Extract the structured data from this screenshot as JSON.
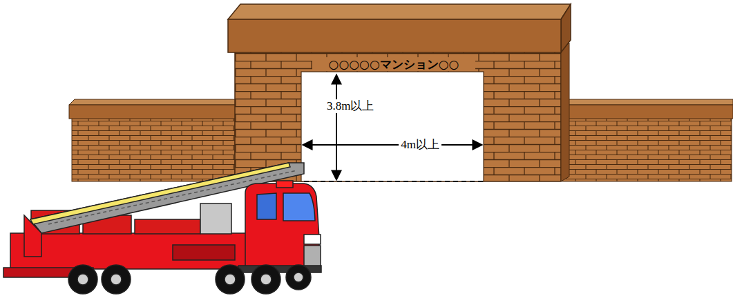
{
  "diagram": {
    "labels": [
      "○○○○○マンション○○",
      "3.8m以上",
      "4m以上"
    ]
  }
}
